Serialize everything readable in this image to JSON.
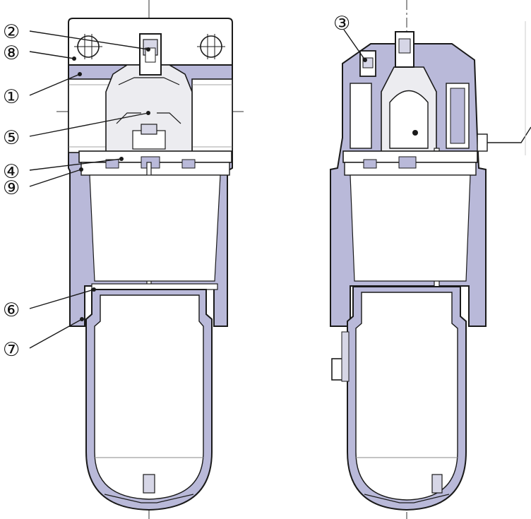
{
  "callouts": [
    {
      "id": "1",
      "label": "①"
    },
    {
      "id": "2",
      "label": "②"
    },
    {
      "id": "3",
      "label": "③"
    },
    {
      "id": "4",
      "label": "④"
    },
    {
      "id": "5",
      "label": "⑤"
    },
    {
      "id": "6",
      "label": "⑥"
    },
    {
      "id": "7",
      "label": "⑦"
    },
    {
      "id": "8",
      "label": "⑧"
    },
    {
      "id": "9",
      "label": "⑨"
    }
  ],
  "colors": {
    "body": "#b9b9d9",
    "line": "#1a1a1a",
    "cavity": "#ffffff",
    "inner": "#ececf0"
  }
}
